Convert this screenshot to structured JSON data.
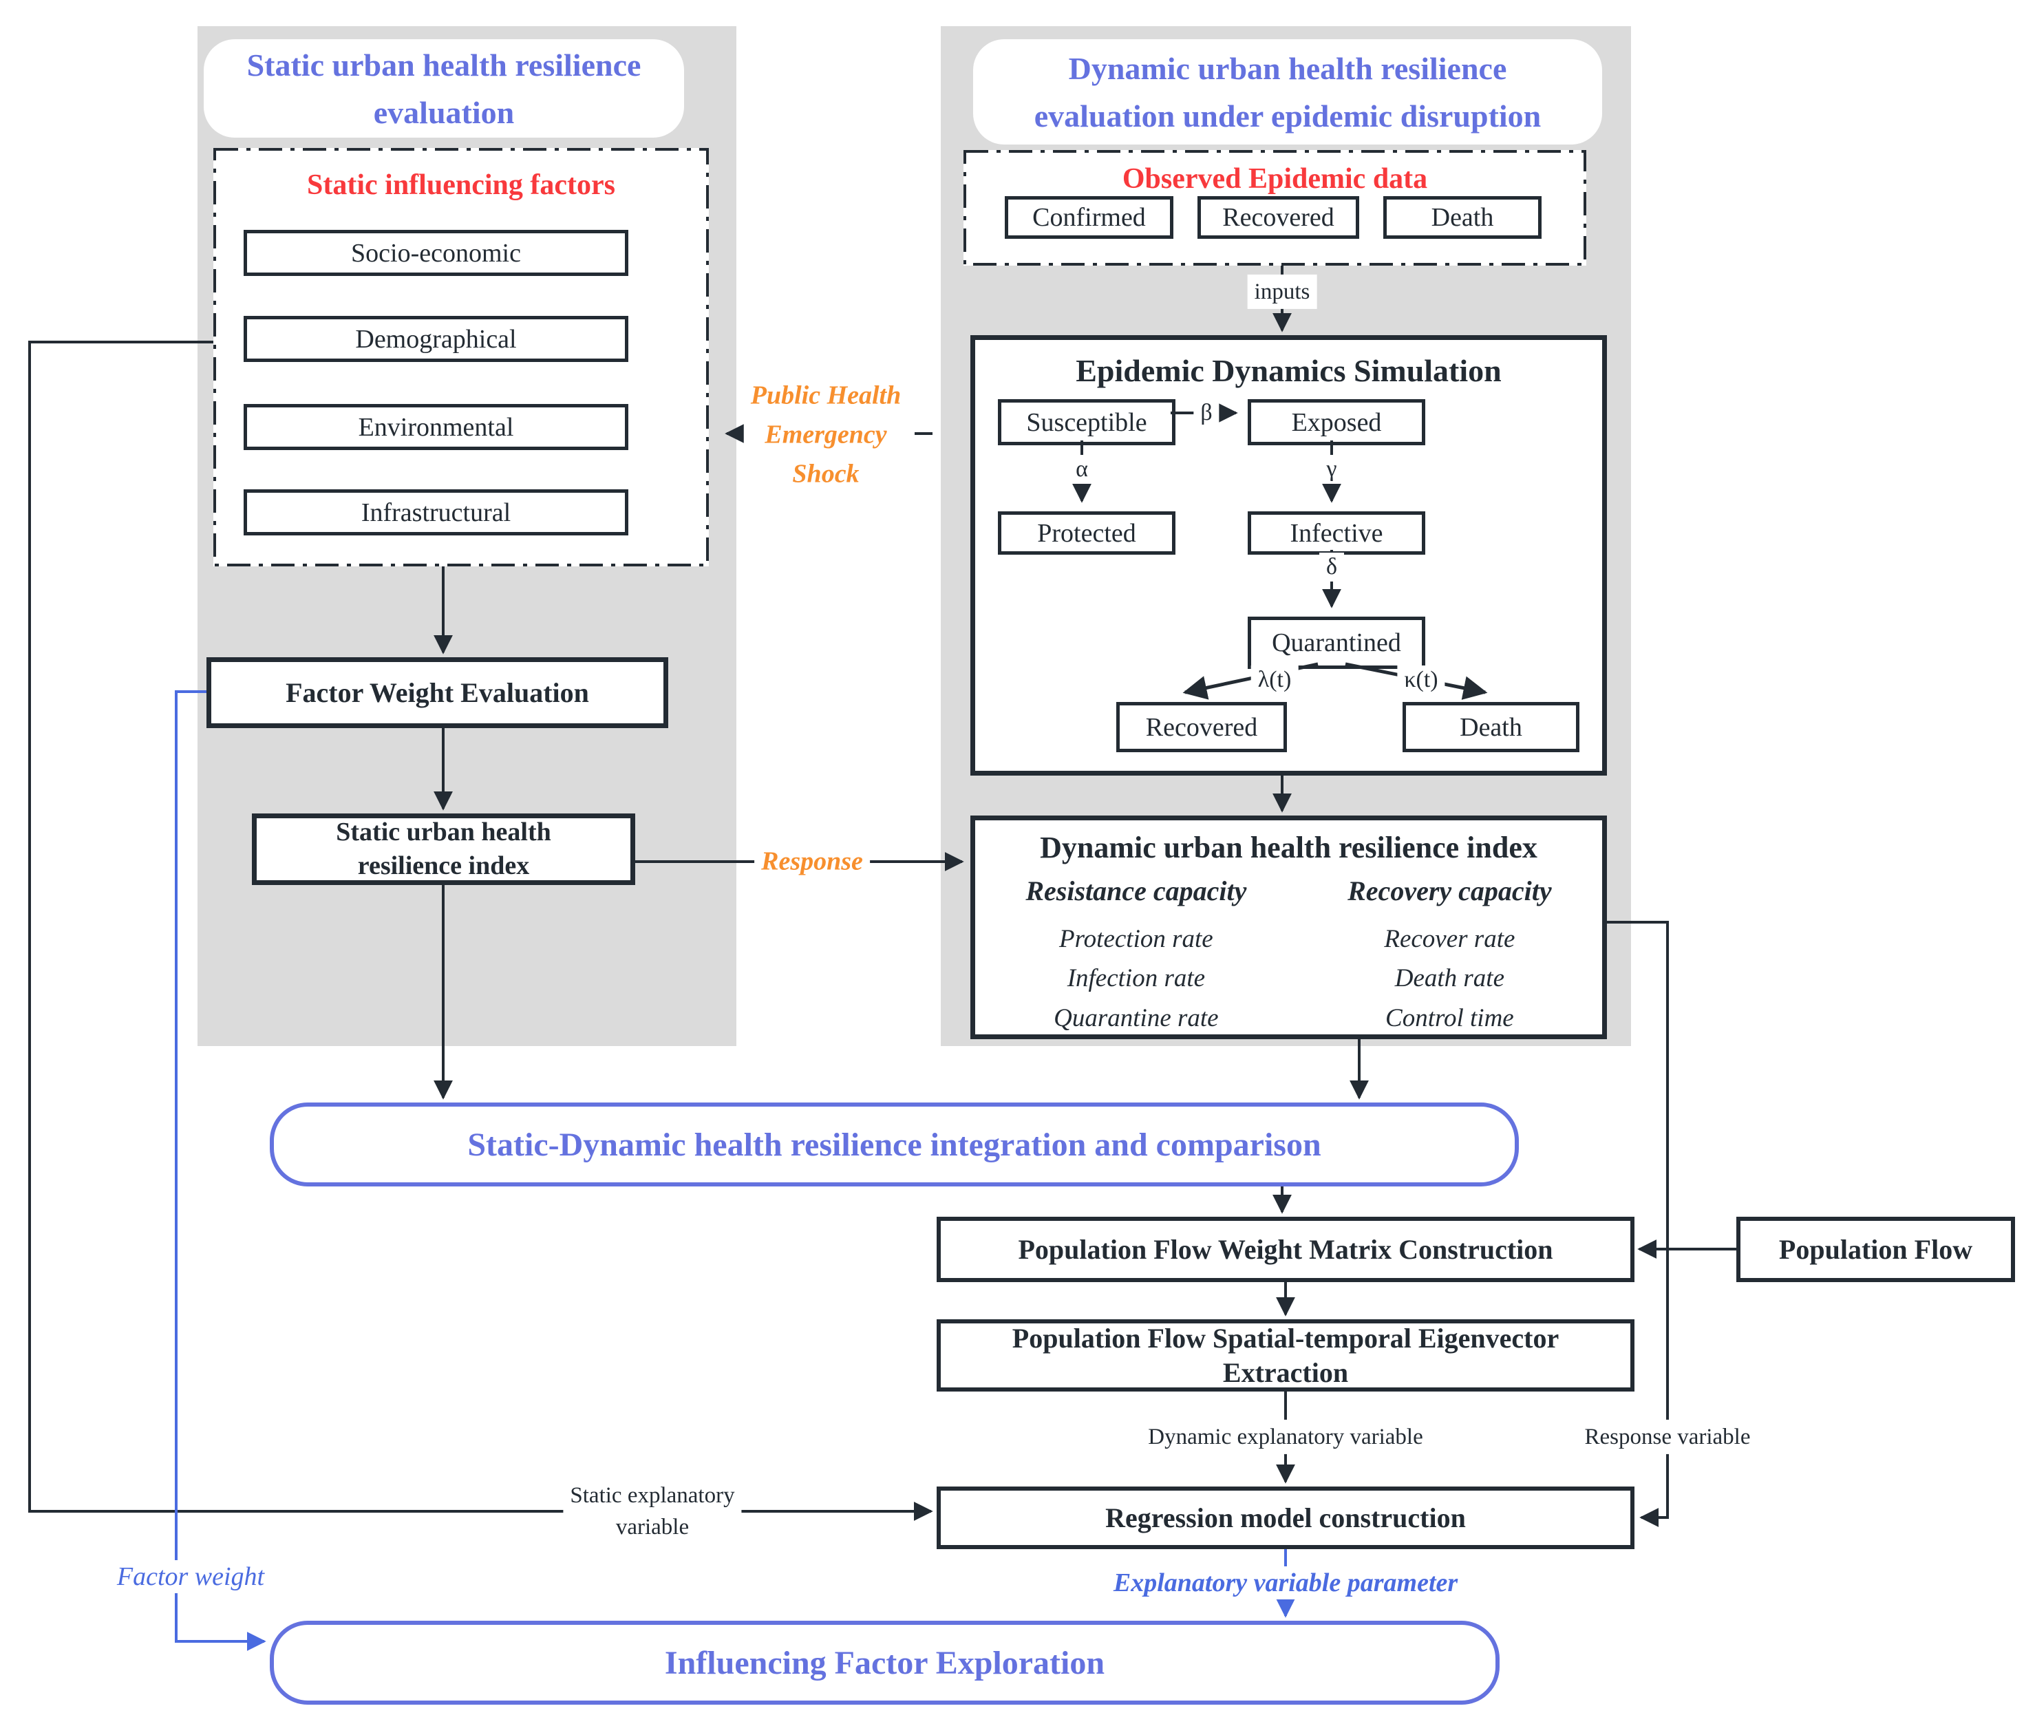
{
  "colors": {
    "accent_blue": "#6472DF",
    "line_blue": "#4a6be0",
    "title_red": "#F8393C",
    "label_orange": "#F78F2E",
    "stroke_dark": "#232B33",
    "panel_grey": "#DBDBDB"
  },
  "left_panel": {
    "title_line1": "Static urban health resilience",
    "title_line2": "evaluation",
    "factors": {
      "title": "Static influencing factors",
      "items": [
        "Socio-economic",
        "Demographical",
        "Environmental",
        "Infrastructural"
      ]
    },
    "factor_weight": "Factor Weight Evaluation",
    "static_index_line1": "Static urban health",
    "static_index_line2": "resilience index"
  },
  "right_panel": {
    "title_line1": "Dynamic urban health resilience",
    "title_line2": "evaluation under  epidemic disruption",
    "observed": {
      "title": "Observed Epidemic data",
      "items": [
        "Confirmed",
        "Recovered",
        "Death"
      ]
    },
    "inputs_label": "inputs",
    "simulation": {
      "title": "Epidemic Dynamics Simulation",
      "nodes": {
        "susceptible": "Susceptible",
        "exposed": "Exposed",
        "protected": "Protected",
        "infective": "Infective",
        "quarantined": "Quarantined",
        "recovered": "Recovered",
        "death": "Death"
      },
      "params": {
        "beta": "β",
        "alpha": "α",
        "gamma": "γ",
        "delta": "δ",
        "lambda": "λ(t)",
        "kappa": "κ(t)"
      }
    },
    "dynamic_index": {
      "title": "Dynamic urban health resilience index",
      "resistance": {
        "title": "Resistance capacity",
        "items": [
          "Protection rate",
          "Infection rate",
          "Quarantine rate"
        ]
      },
      "recovery": {
        "title": "Recovery capacity",
        "items": [
          "Recover rate",
          "Death rate",
          "Control time"
        ]
      }
    }
  },
  "middle_labels": {
    "shock_line1": "Public Health",
    "shock_line2": "Emergency",
    "shock_line3": "Shock",
    "response": "Response"
  },
  "integration": "Static-Dynamic health resilience integration and comparison",
  "flow": {
    "matrix": "Population Flow Weight Matrix Construction",
    "population_flow": "Population Flow",
    "eigenvector_line1": "Population Flow Spatial-temporal Eigenvector",
    "eigenvector_line2": "Extraction",
    "regression": "Regression model construction",
    "exploration": "Influencing Factor Exploration"
  },
  "edge_labels": {
    "dynamic_expl": "Dynamic explanatory variable",
    "response_var": "Response variable",
    "static_expl_line1": "Static explanatory",
    "static_expl_line2": "variable",
    "expl_param": "Explanatory variable parameter",
    "factor_weight": "Factor weight"
  }
}
